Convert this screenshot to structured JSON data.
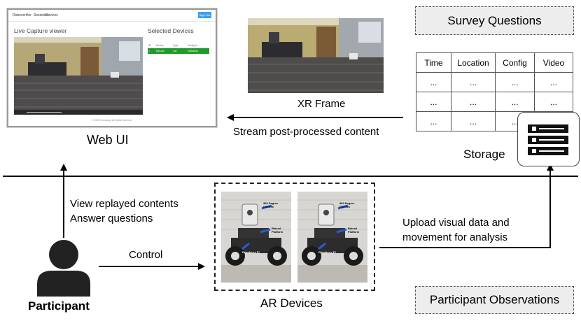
{
  "web_ui": {
    "brand": "Roboverifier",
    "nav_items": [
      "Sessions",
      "Devices"
    ],
    "nav_button": "Sign Out",
    "live_title": "Live Capture viewer",
    "devices_title": "Selected Devices",
    "table_headers": [
      "ID",
      "Device",
      "Type",
      "Config Id"
    ],
    "device_row": [
      "1",
      "MyCam",
      "Car",
      "Indication"
    ],
    "footer": "© 2023 Company. All rights reserved.",
    "caption": "Web UI"
  },
  "xr_frame": {
    "caption": "XR Frame"
  },
  "survey": {
    "title": "Survey Questions",
    "headers": [
      "Time",
      "Location",
      "Config",
      "Video"
    ],
    "rows": [
      [
        "...",
        "...",
        "...",
        "..."
      ],
      [
        "...",
        "...",
        "...",
        "..."
      ],
      [
        "...",
        "...",
        "..."
      ]
    ]
  },
  "storage": {
    "label": "Storage"
  },
  "participant": {
    "label": "Participant"
  },
  "ar_devices": {
    "label": "AR Devices",
    "photo_labels": [
      "360 Degree Camera",
      "Raised Platform",
      "Raspberry Pi"
    ]
  },
  "observations": {
    "title": "Participant Observations"
  },
  "edges": {
    "stream": "Stream post-processed content",
    "view_line1": "View replayed contents",
    "view_line2": "Answer questions",
    "control": "Control",
    "upload_line1": "Upload visual data and",
    "upload_line2": "movement for analysis"
  }
}
